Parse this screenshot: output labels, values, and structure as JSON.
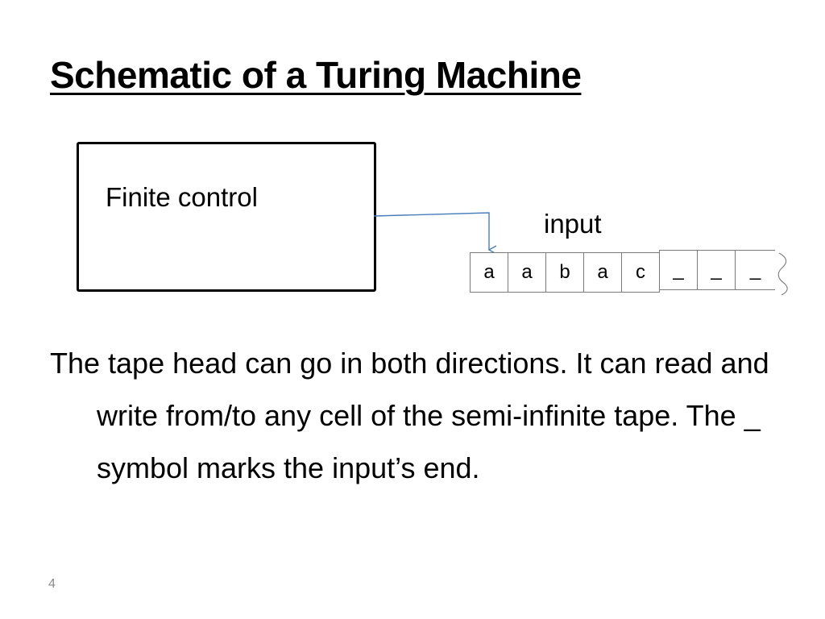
{
  "slide": {
    "title": "Schematic of a Turing Machine",
    "control_label": "Finite control",
    "input_label": "input",
    "tape_cells": [
      "a",
      "a",
      "b",
      "a",
      "c",
      "_",
      "_",
      "_"
    ],
    "body": "The tape head can go in both directions. It can read and write from/to any cell of the semi-infinite tape.  The _ symbol marks the input’s end.",
    "page_number": "4"
  },
  "colors": {
    "arrow": "#4a7ebb",
    "cell_border": "#7a7a7a"
  }
}
